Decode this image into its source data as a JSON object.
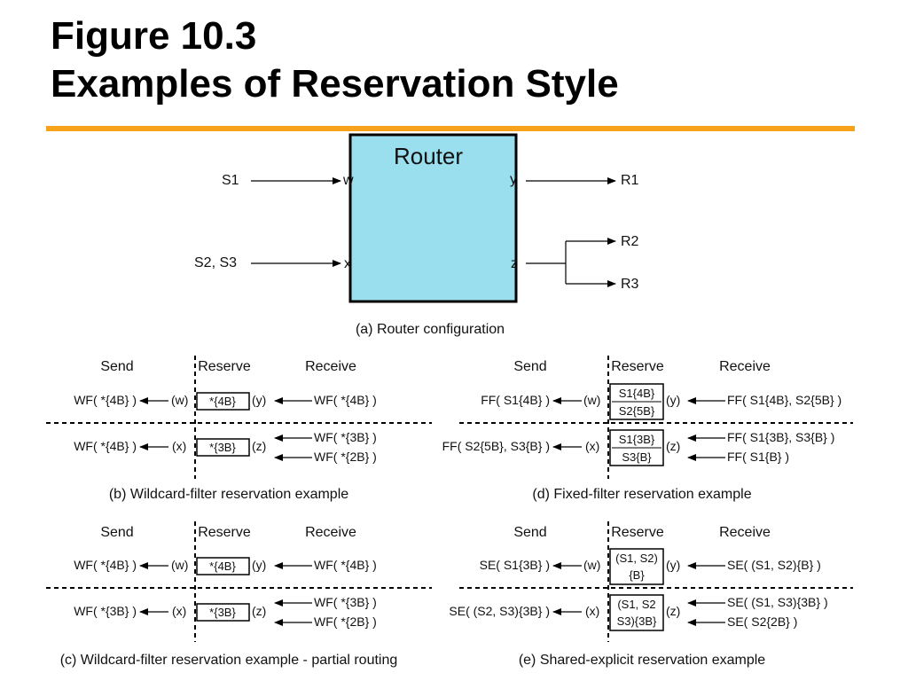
{
  "title": {
    "line1": "Figure 10.3",
    "line2": "Examples of Reservation Style"
  },
  "colors": {
    "accent_rule": "#f7a21b",
    "router_fill": "#99dfee"
  },
  "router": {
    "name": "Router",
    "in_ports": [
      "w",
      "x"
    ],
    "out_ports": [
      "y",
      "z"
    ],
    "senders": [
      "S1",
      "S2, S3"
    ],
    "receivers": [
      "R1",
      "R2",
      "R3"
    ],
    "caption": "(a) Router configuration"
  },
  "headers": {
    "send": "Send",
    "reserve": "Reserve",
    "receive": "Receive"
  },
  "panels": {
    "b": {
      "caption": "(b) Wildcard-filter reservation example",
      "row1": {
        "send": "WF( *{4B} )",
        "in": "(w)",
        "box": [
          "*{4B}"
        ],
        "out": "(y)",
        "recv": [
          "WF( *{4B} )"
        ]
      },
      "row2": {
        "send": "WF( *{4B} )",
        "in": "(x)",
        "box": [
          "*{3B}"
        ],
        "out": "(z)",
        "recv": [
          "WF( *{3B} )",
          "WF( *{2B} )"
        ]
      }
    },
    "d": {
      "caption": "(d) Fixed-filter reservation example",
      "row1": {
        "send": "FF( S1{4B} )",
        "in": "(w)",
        "box": [
          "S1{4B}",
          "S2{5B}"
        ],
        "out": "(y)",
        "recv": [
          "FF( S1{4B}, S2{5B} )"
        ]
      },
      "row2": {
        "send": "FF( S2{5B}, S3{B} )",
        "in": "(x)",
        "box": [
          "S1{3B}",
          "S3{B}"
        ],
        "out": "(z)",
        "recv": [
          "FF( S1{3B}, S3{B} )",
          "FF( S1{B} )"
        ]
      }
    },
    "c": {
      "caption": "(c) Wildcard-filter reservation example - partial routing",
      "row1": {
        "send": "WF( *{4B} )",
        "in": "(w)",
        "box": [
          "*{4B}"
        ],
        "out": "(y)",
        "recv": [
          "WF( *{4B} )"
        ]
      },
      "row2": {
        "send": "WF( *{3B} )",
        "in": "(x)",
        "box": [
          "*{3B}"
        ],
        "out": "(z)",
        "recv": [
          "WF( *{3B} )",
          "WF( *{2B} )"
        ]
      }
    },
    "e": {
      "caption": "(e) Shared-explicit reservation example",
      "row1": {
        "send": "SE( S1{3B} )",
        "in": "(w)",
        "box": [
          "(S1, S2)",
          "{B}"
        ],
        "out": "(y)",
        "recv": [
          "SE( (S1, S2){B} )"
        ]
      },
      "row2": {
        "send": "SE( (S2, S3){3B} )",
        "in": "(x)",
        "box": [
          "(S1, S2",
          "S3){3B}"
        ],
        "out": "(z)",
        "recv": [
          "SE( (S1, S3){3B} )",
          "SE( S2{2B} )"
        ]
      }
    }
  }
}
